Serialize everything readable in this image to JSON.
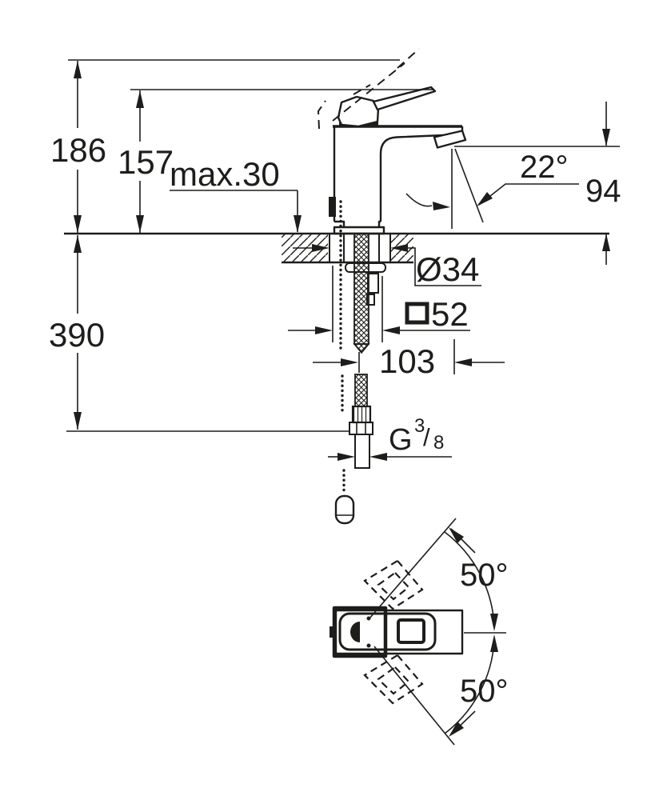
{
  "drawing": {
    "colors": {
      "background": "#ffffff",
      "line": "#1d1d1b"
    },
    "side_view": {
      "overall_height": "186",
      "handle_height": "157",
      "max_mounting_thickness": "max.30",
      "stream_angle": "22°",
      "spout_height": "94",
      "hole_diameter": "Ø34",
      "body_square": "52",
      "spout_projection": "103",
      "hose_length": "390",
      "thread": {
        "letter": "G",
        "numerator": "3",
        "slash": "/",
        "denominator": "8"
      }
    },
    "plan_view": {
      "swivel_angle_upper": "50°",
      "swivel_angle_lower": "50°"
    }
  }
}
